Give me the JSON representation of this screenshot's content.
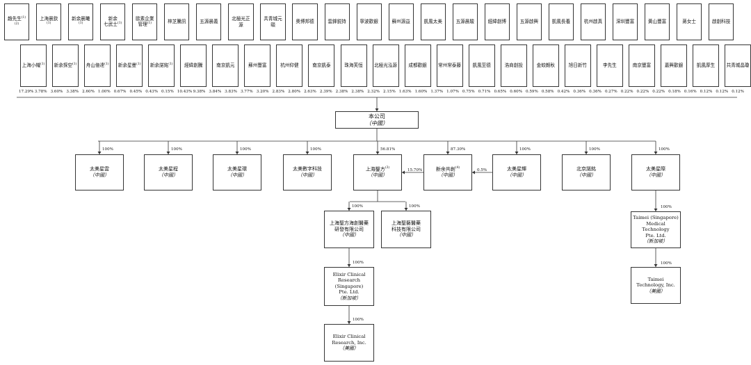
{
  "top_row": [
    {
      "name": "趙先生",
      "note": "(1)(2)"
    },
    {
      "name": "上海晨欽",
      "note": "(1)"
    },
    {
      "name": "新余晨曦",
      "note": "(1)"
    },
    {
      "name": "新余\n七武士",
      "note": "(1)"
    },
    {
      "name": "歐素企業\n管理",
      "note": "(1)"
    },
    {
      "name": "林芝騰訊",
      "note": ""
    },
    {
      "name": "五源晨義",
      "note": ""
    },
    {
      "name": "北極光正源",
      "note": ""
    },
    {
      "name": "共青城元頤",
      "note": ""
    },
    {
      "name": "奧博邦德",
      "note": ""
    },
    {
      "name": "雲鋒鋭持",
      "note": ""
    },
    {
      "name": "寧波歡銀",
      "note": ""
    },
    {
      "name": "蘇州源益",
      "note": ""
    },
    {
      "name": "凱風太美",
      "note": ""
    },
    {
      "name": "五源晨駿",
      "note": ""
    },
    {
      "name": "經緯創博",
      "note": ""
    },
    {
      "name": "五源啟興",
      "note": ""
    },
    {
      "name": "凱風長養",
      "note": ""
    },
    {
      "name": "杭州啟真",
      "note": ""
    },
    {
      "name": "深圳豐富",
      "note": ""
    },
    {
      "name": "黃山豐富",
      "note": ""
    },
    {
      "name": "蔣女士",
      "note": ""
    },
    {
      "name": "啟創科技",
      "note": ""
    }
  ],
  "second_row": [
    {
      "name": "上海小幟",
      "note": "(1)"
    },
    {
      "name": "新余探空",
      "note": "(1)"
    },
    {
      "name": "舟山億達",
      "note": "(1)"
    },
    {
      "name": "新余星曼",
      "note": "(1)"
    },
    {
      "name": "新余諾銘",
      "note": "(1)"
    },
    {
      "name": "經緯創騰",
      "note": ""
    },
    {
      "name": "南京凱元",
      "note": ""
    },
    {
      "name": "蘇州豐富",
      "note": ""
    },
    {
      "name": "杭州仰健",
      "note": ""
    },
    {
      "name": "南京凱泰",
      "note": ""
    },
    {
      "name": "珠海芙恒",
      "note": ""
    },
    {
      "name": "北極光泓源",
      "note": ""
    },
    {
      "name": "成都歡銀",
      "note": ""
    },
    {
      "name": "常州常泰藤",
      "note": ""
    },
    {
      "name": "凱風至德",
      "note": ""
    },
    {
      "name": "浩商創投",
      "note": ""
    },
    {
      "name": "金蛟朗秋",
      "note": ""
    },
    {
      "name": "旭日新竹",
      "note": ""
    },
    {
      "name": "李先生",
      "note": ""
    },
    {
      "name": "南京豐富",
      "note": ""
    },
    {
      "name": "嘉興歡銀",
      "note": ""
    },
    {
      "name": "凱風厚生",
      "note": ""
    },
    {
      "name": "共青城晶瓊",
      "note": ""
    }
  ],
  "percentages": [
    "17.29%",
    "3.78%",
    "3.60%",
    "3.38%",
    "2.60%",
    "1.00%",
    "0.67%",
    "0.45%",
    "0.43%",
    "0.15%",
    "10.43%",
    "9.38%",
    "3.84%",
    "3.83%",
    "3.77%",
    "3.20%",
    "2.83%",
    "2.80%",
    "2.63%",
    "2.39%",
    "2.38%",
    "2.38%",
    "2.32%",
    "2.15%",
    "1.63%",
    "1.60%",
    "1.37%",
    "1.07%",
    "0.75%",
    "0.71%",
    "0.65%",
    "0.60%",
    "0.59%",
    "0.58%",
    "0.42%",
    "0.36%",
    "0.36%",
    "0.27%",
    "0.22%",
    "0.22%",
    "0.22%",
    "0.18%",
    "0.16%",
    "0.12%",
    "0.12%",
    "0.12%"
  ],
  "company": {
    "name": "本公司",
    "country": "（中國）"
  },
  "subsidiaries": [
    {
      "name": "太美星雲",
      "country": "（中國）",
      "pct": "100%"
    },
    {
      "name": "太美星程",
      "country": "（中國）",
      "pct": "100%"
    },
    {
      "name": "太美星環",
      "country": "（中國）",
      "pct": "100%"
    },
    {
      "name": "太美數字科技",
      "country": "（中國）",
      "pct": "100%"
    },
    {
      "name": "上海鑿方",
      "note": "(3)",
      "country": "（中國）",
      "pct": "56.81%"
    },
    {
      "name": "新余共創",
      "note": "(4)",
      "country": "（中國）",
      "pct": "87.30%"
    },
    {
      "name": "太美星輝",
      "country": "（中國）",
      "pct": "100%"
    },
    {
      "name": "北京諾銘",
      "country": "（中國）",
      "pct": "100%"
    },
    {
      "name": "太美星際",
      "country": "（中國）",
      "pct": "100%"
    }
  ],
  "cross_holdings": {
    "xinyu_to_shanghai": "15.70%",
    "xinghui_to_xinyu": "0.5%"
  },
  "shanghai_subs": [
    {
      "name": "上海聖方海創醫藥\n研發有限公司",
      "country": "（中國）",
      "pct": "100%"
    },
    {
      "name": "上海聖藝醫藥\n科技有限公司",
      "country": "（中國）",
      "pct": "100%"
    }
  ],
  "elixir": [
    {
      "name": "Elixir Clinical\nResearch\n(Singapore)\nPte. Ltd.",
      "country": "（新加坡）",
      "pct": "100%"
    },
    {
      "name": "Elixir Clinical\nResearch, Inc.",
      "country": "（美國）",
      "pct": "100%"
    }
  ],
  "taimei": [
    {
      "name": "Taimei (Singapore)\nMedical Technology\nPte. Ltd.",
      "country": "（新加坡）",
      "pct": "100%"
    },
    {
      "name": "Taimei\nTechnology, Inc.",
      "country": "（美國）",
      "pct": "100%"
    }
  ]
}
